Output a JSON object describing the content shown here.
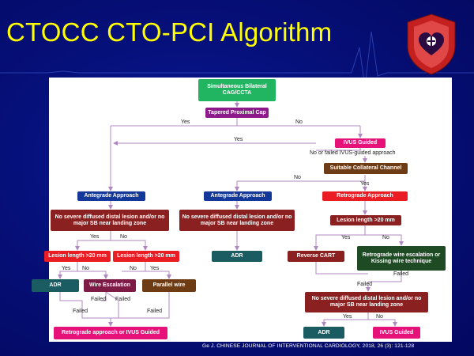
{
  "slide": {
    "title": "CTOCC CTO-PCI Algorithm",
    "citation": "Ge J. CHINESE JOURNAL OF INTERVENTIONAL CARDIOLOGY, 2018, 26 (3): 121-128",
    "logo_icon": "heart-shield-logo-icon"
  },
  "colors": {
    "background": "#040a66",
    "title": "#ffff00",
    "connector": "#b088c0"
  },
  "nodes": {
    "start": "Simultaneous Bilateral CAG/CCTA",
    "tapered": "Tapered Proximal Cap",
    "ivus_guided": "IVUS Guided",
    "suitable_collateral": "Suitable Collateral Channel",
    "antegrade_left": "Antegrade Approach",
    "antegrade_mid": "Antegrade Approach",
    "retrograde": "Retrograde Approach",
    "no_severe_left": "No severe diffused distal lesion and/or no major SB near landing zone",
    "no_severe_mid": "No severe diffused distal lesion and/or no major SB near landing zone",
    "lesion_retro": "Lesion length >20 mm",
    "lesion_l1": "Lesion length >20 mm",
    "lesion_l2": "Lesion length >20 mm",
    "adr_mid": "ADR",
    "reverse_cart": "Reverse CART",
    "retro_wire": "Retrograde wire escalation or Kissing wire technique",
    "adr_left": "ADR",
    "wire_escalation": "Wire Escalation",
    "parallel_wire": "Parallel wire",
    "no_severe_right": "No severe diffused distal lesion and/or no major SB near landing zone",
    "retro_or_ivus": "Retrograde approach or IVUS Guided",
    "adr_right": "ADR",
    "ivus_right": "IVUS Guided"
  },
  "labels": {
    "yes_top": "Yes",
    "no_top": "No",
    "yes_second": "Yes",
    "no_failed_ivus": "No or failed IVUS-guided approach",
    "no_collateral": "No",
    "yes_collateral": "Yes",
    "yes_left_split": "Yes",
    "no_left_split": "No",
    "yes_retro_split": "Yes",
    "no_retro_split": "No",
    "yes_l1": "Yes",
    "no_l1": "No",
    "no_l2": "No",
    "yes_l2": "Yes",
    "failed_retro": "Failed",
    "failed_lower_right": "Failed",
    "failed_adr_left": "Failed",
    "failed_wire_a": "Failed",
    "failed_wire_b": "Failed",
    "failed_parallel": "Failed",
    "yes_bottom": "Yes",
    "no_bottom": "No"
  }
}
